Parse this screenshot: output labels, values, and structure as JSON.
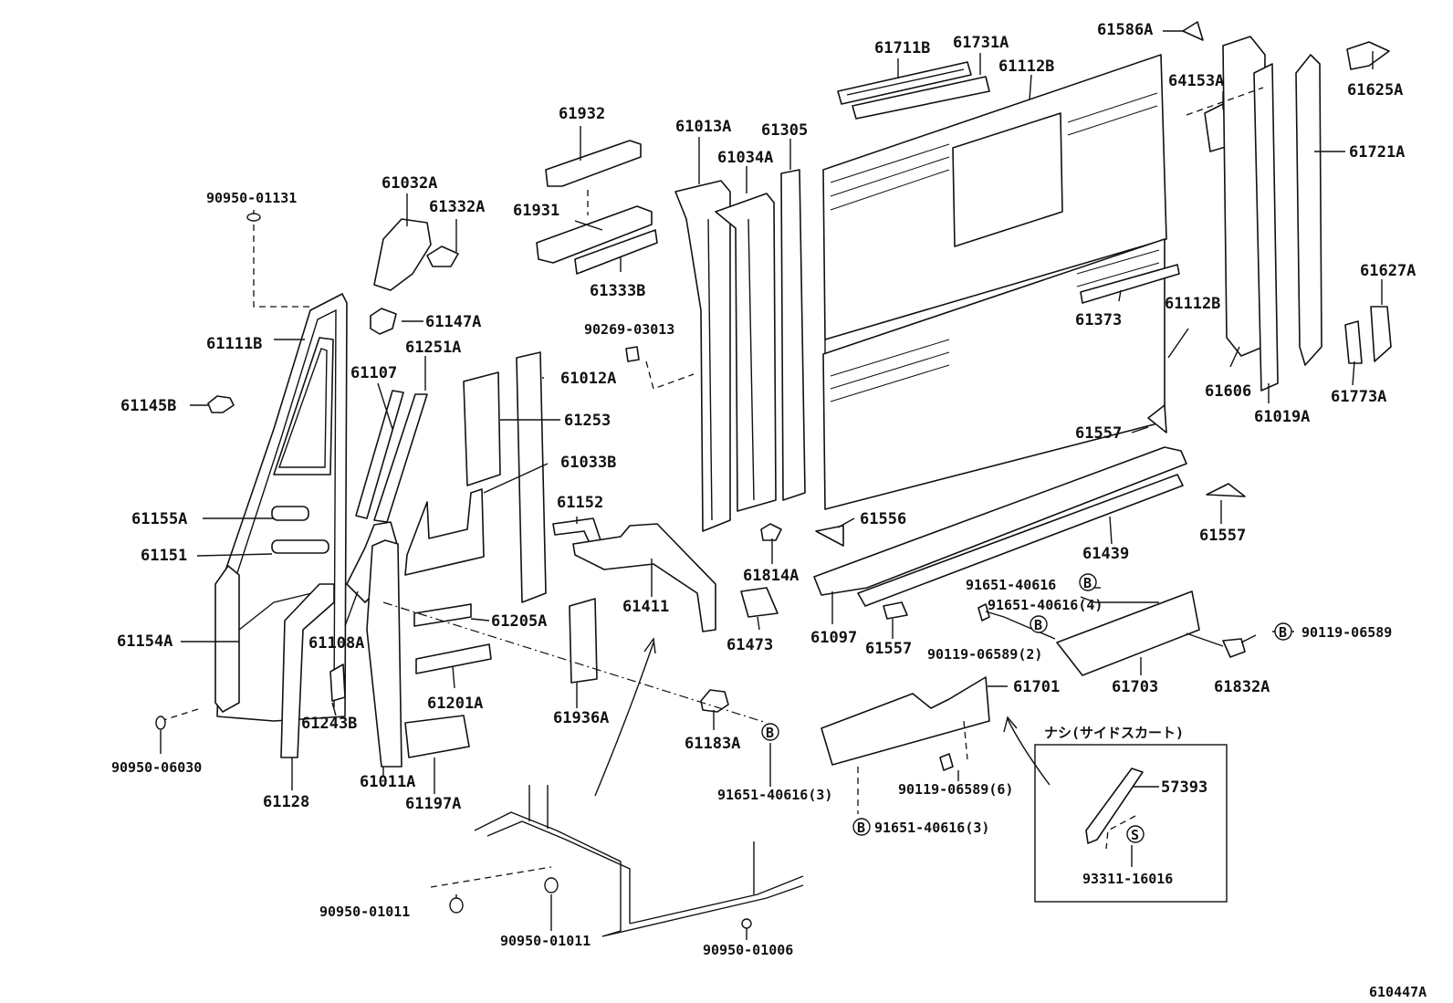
{
  "diagram_code": "610447A",
  "parts": {
    "p61711B": "61711B",
    "p61731A": "61731A",
    "p61112B_top": "61112B",
    "p61586A": "61586A",
    "p61932": "61932",
    "p61013A": "61013A",
    "p61305": "61305",
    "p61034A": "61034A",
    "p61931": "61931",
    "p61032A": "61032A",
    "p61332A": "61332A",
    "p90950_01131": "90950-01131",
    "p61333B": "61333B",
    "p64153A": "64153A",
    "p61625A": "61625A",
    "p61721A": "61721A",
    "p61627A": "61627A",
    "p61147A": "61147A",
    "p61111B": "61111B",
    "p61251A": "61251A",
    "p61107": "61107",
    "p90269_03013": "90269-03013",
    "p61373": "61373",
    "p61112B_mid": "61112B",
    "p61145B": "61145B",
    "p61012A": "61012A",
    "p61606": "61606",
    "p61019A": "61019A",
    "p61773A": "61773A",
    "p61253": "61253",
    "p61557_a": "61557",
    "p61033B": "61033B",
    "p61155A": "61155A",
    "p61152": "61152",
    "p61556": "61556",
    "p61439": "61439",
    "p61557_b": "61557",
    "p61151": "61151",
    "p61814A": "61814A",
    "p61411": "61411",
    "p61097": "61097",
    "p61557_c": "61557",
    "p61154A": "61154A",
    "p61108A": "61108A",
    "p61205A": "61205A",
    "p61473": "61473",
    "p91651_40616": "91651-40616",
    "p91651_40616_4": "91651-40616(4)",
    "p90119_06589_2": "90119-06589(2)",
    "p90119_06589": "90119-06589",
    "p61703": "61703",
    "p61832A": "61832A",
    "p61243B": "61243B",
    "p61201A": "61201A",
    "p61936A": "61936A",
    "p61701": "61701",
    "p90950_06030": "90950-06030",
    "p61183A": "61183A",
    "p61011A": "61011A",
    "p61128": "61128",
    "p61197A": "61197A",
    "p91651_40616_3a": "91651-40616(3)",
    "p90119_06589_6": "90119-06589(6)",
    "p91651_40616_3b": "91651-40616(3)",
    "p57393": "57393",
    "p93311_16016": "93311-16016",
    "p90950_01011_a": "90950-01011",
    "p90950_01011_b": "90950-01011",
    "p90950_01006": "90950-01006"
  },
  "inset": {
    "title": "ナシ(サイドスカート)"
  },
  "markers": {
    "bolt": "B",
    "screw": "S"
  }
}
